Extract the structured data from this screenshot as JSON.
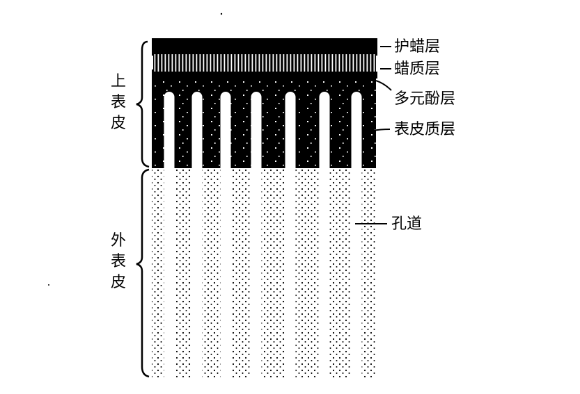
{
  "diagram": {
    "side_labels": {
      "upper": "上表皮",
      "lower": "外表皮"
    },
    "layer_labels": [
      "护蜡层",
      "蜡质层",
      "多元酚层",
      "表皮质层",
      "孔道"
    ],
    "channel_count": 7,
    "colors": {
      "ink": "#000000",
      "paper": "#ffffff"
    }
  }
}
